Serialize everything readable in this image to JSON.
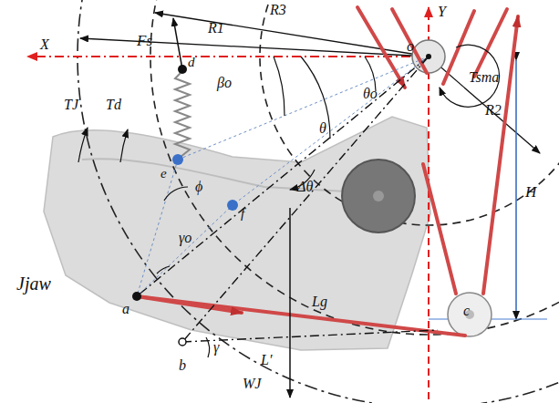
{
  "diagram": {
    "labels": [
      "Fs",
      "d",
      "R3",
      "R1",
      "X",
      "Y",
      "o",
      "Tsma",
      "TJ",
      "Td",
      "βo",
      "θo",
      "θ",
      "e",
      "ϕ",
      "f",
      "γo",
      "Δθ",
      "Jjaw",
      "a",
      "Lg",
      "γ",
      "b",
      "L′",
      "WJ",
      "c",
      "H",
      "R2"
    ]
  }
}
